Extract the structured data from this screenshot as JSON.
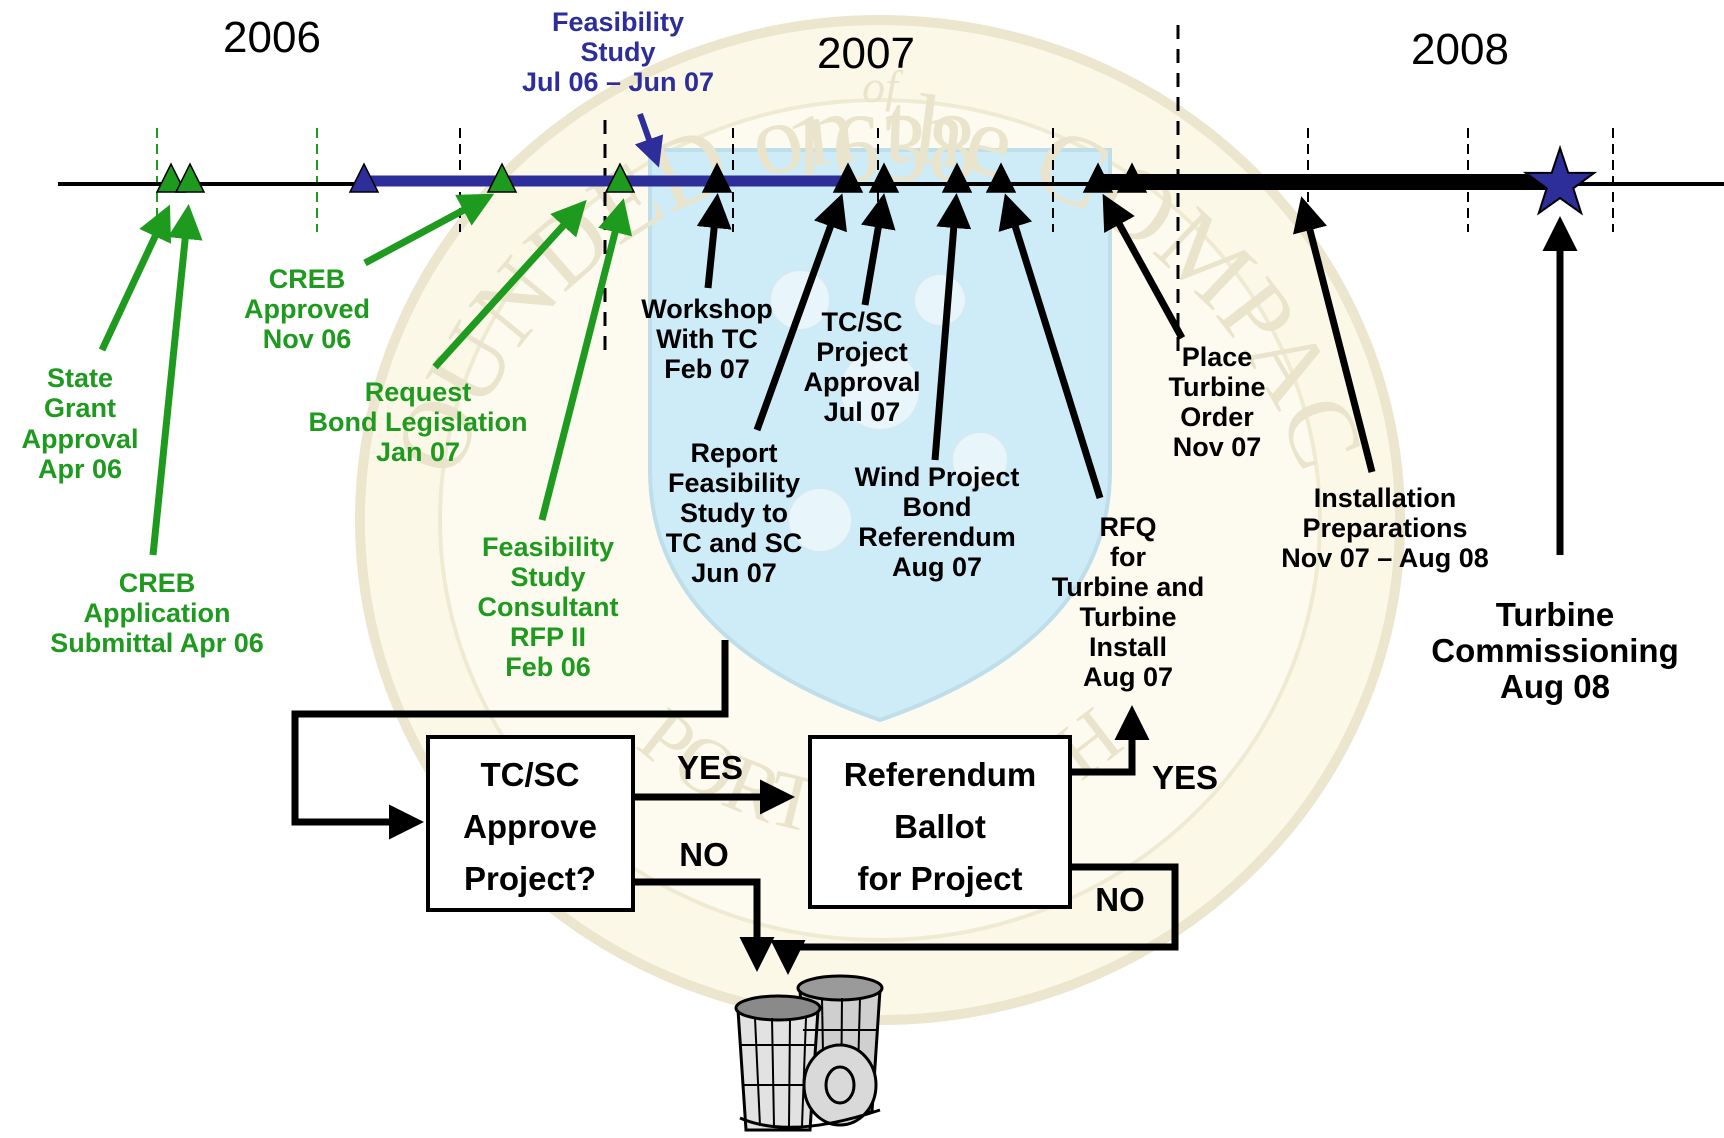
{
  "years": {
    "y2006": "2006",
    "y2007": "2007",
    "y2008": "2008"
  },
  "feasibility_period": {
    "line1": "Feasibility",
    "line2": "Study",
    "line3": "Jul 06 – Jun 07"
  },
  "watermark": {
    "top_text": "FOUNDED on the COMPACT",
    "of": "of",
    "year": "1638",
    "bottom_text": "PORTSMOUTH",
    "state": "R.I."
  },
  "milestones": {
    "state_grant": [
      "State",
      "Grant",
      "Approval",
      "Apr 06"
    ],
    "creb_app": [
      "CREB",
      "Application",
      "Submittal Apr 06"
    ],
    "creb_approved": [
      "CREB",
      "Approved",
      "Nov 06"
    ],
    "request_bond": [
      "Request",
      "Bond Legislation",
      "Jan 07"
    ],
    "feas_consultant": [
      "Feasibility",
      "Study",
      "Consultant",
      "RFP II",
      "Feb 06"
    ],
    "workshop": [
      "Workshop",
      "With TC",
      "Feb 07"
    ],
    "report_feas": [
      "Report",
      "Feasibility",
      "Study to",
      "TC and SC",
      "Jun 07"
    ],
    "tcsc_approval": [
      "TC/SC",
      "Project",
      "Approval",
      "Jul 07"
    ],
    "wind_bond": [
      "Wind Project",
      "Bond",
      "Referendum",
      "Aug 07"
    ],
    "rfq": [
      "RFQ",
      "for",
      "Turbine and",
      "Turbine",
      "Install",
      "Aug 07"
    ],
    "place_order": [
      "Place",
      "Turbine",
      "Order",
      "Nov 07"
    ],
    "install_prep": [
      "Installation",
      "Preparations",
      "Nov 07 – Aug 08"
    ],
    "commissioning": [
      "Turbine",
      "Commissioning",
      "Aug 08"
    ]
  },
  "flow": {
    "decision1": [
      "TC/SC",
      "Approve",
      "Project?"
    ],
    "decision2": [
      "Referendum",
      "Ballot",
      "for Project"
    ],
    "yes1": "YES",
    "no1": "NO",
    "yes2": "YES",
    "no2": "NO"
  },
  "colors": {
    "green": "#1e9a1e",
    "blue": "#2e2e9a",
    "black": "#000000",
    "watermark": "#e7e2c6",
    "shield": "#c9ebf7"
  },
  "icons": {
    "trash": "trash-cans-icon",
    "star": "star-icon"
  }
}
